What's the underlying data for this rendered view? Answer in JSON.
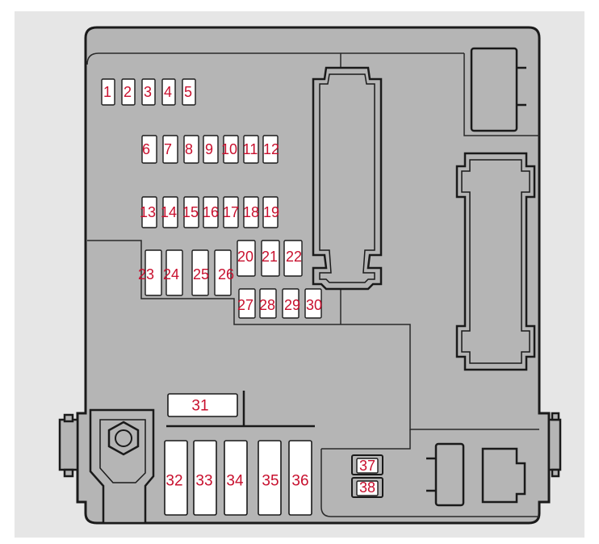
{
  "diagram": {
    "colors": {
      "backdrop": "#e6e6e6",
      "body": "#b5b5b5",
      "outline": "#1a1a1a",
      "fuse": "#ffffff",
      "label": "#c8102e"
    },
    "fuses": [
      {
        "id": "fuse-1",
        "label": "1"
      },
      {
        "id": "fuse-2",
        "label": "2"
      },
      {
        "id": "fuse-3",
        "label": "3"
      },
      {
        "id": "fuse-4",
        "label": "4"
      },
      {
        "id": "fuse-5",
        "label": "5"
      },
      {
        "id": "fuse-6",
        "label": "6"
      },
      {
        "id": "fuse-7",
        "label": "7"
      },
      {
        "id": "fuse-8",
        "label": "8"
      },
      {
        "id": "fuse-9",
        "label": "9"
      },
      {
        "id": "fuse-10",
        "label": "10"
      },
      {
        "id": "fuse-11",
        "label": "11"
      },
      {
        "id": "fuse-12",
        "label": "12"
      },
      {
        "id": "fuse-13",
        "label": "13"
      },
      {
        "id": "fuse-14",
        "label": "14"
      },
      {
        "id": "fuse-15",
        "label": "15"
      },
      {
        "id": "fuse-16",
        "label": "16"
      },
      {
        "id": "fuse-17",
        "label": "17"
      },
      {
        "id": "fuse-18",
        "label": "18"
      },
      {
        "id": "fuse-19",
        "label": "19"
      },
      {
        "id": "fuse-20",
        "label": "20"
      },
      {
        "id": "fuse-21",
        "label": "21"
      },
      {
        "id": "fuse-22",
        "label": "22"
      },
      {
        "id": "fuse-23",
        "label": "23"
      },
      {
        "id": "fuse-24",
        "label": "24"
      },
      {
        "id": "fuse-25",
        "label": "25"
      },
      {
        "id": "fuse-26",
        "label": "26"
      },
      {
        "id": "fuse-27",
        "label": "27"
      },
      {
        "id": "fuse-28",
        "label": "28"
      },
      {
        "id": "fuse-29",
        "label": "29"
      },
      {
        "id": "fuse-30",
        "label": "30"
      },
      {
        "id": "fuse-31",
        "label": "31"
      },
      {
        "id": "fuse-32",
        "label": "32"
      },
      {
        "id": "fuse-33",
        "label": "33"
      },
      {
        "id": "fuse-34",
        "label": "34"
      },
      {
        "id": "fuse-35",
        "label": "35"
      },
      {
        "id": "fuse-36",
        "label": "36"
      },
      {
        "id": "fuse-37",
        "label": "37"
      },
      {
        "id": "fuse-38",
        "label": "38"
      }
    ]
  }
}
